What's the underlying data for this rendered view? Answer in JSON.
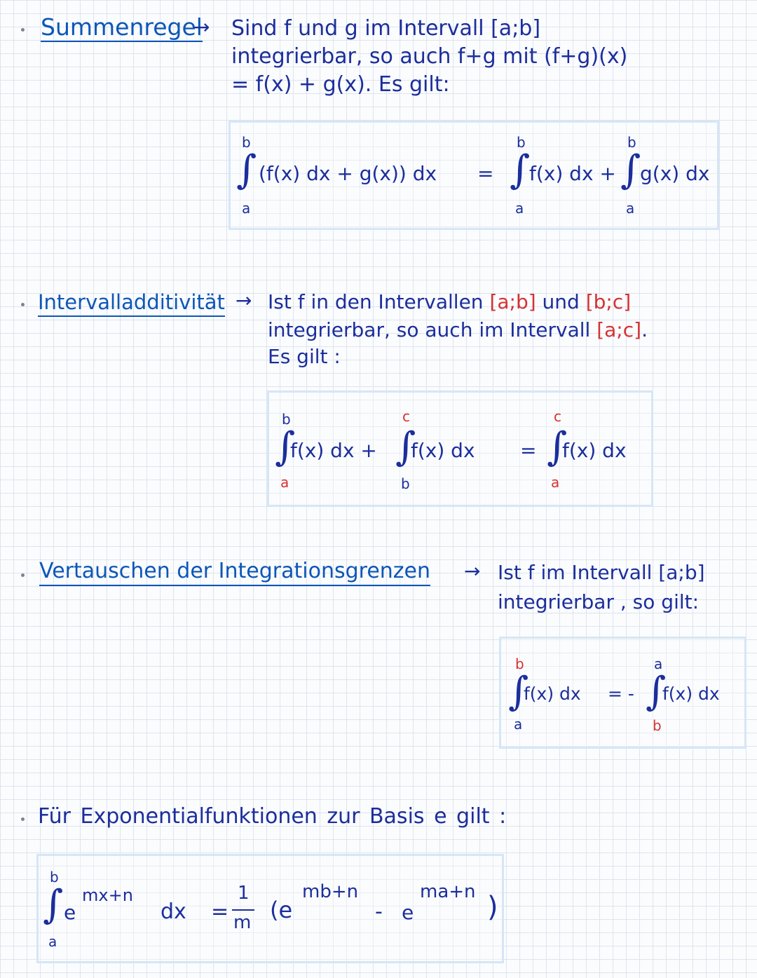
{
  "sections": {
    "sum_rule": {
      "heading": "Summenregel",
      "arrow": "→",
      "lines": [
        "Sind f und g im Intervall [a;b]",
        "integrierbar, so auch f+g mit (f+g)(x)",
        "= f(x) + g(x). Es gilt:"
      ],
      "formula": {
        "upper": "b",
        "lower": "a",
        "left_expr": "(f(x) dx + g(x)) dx",
        "eq": "=",
        "r1_upper": "b",
        "r1_lower": "a",
        "r1_expr": "f(x) dx +",
        "r2_upper": "b",
        "r2_lower": "a",
        "r2_expr": "g(x) dx"
      }
    },
    "interval_additivity": {
      "heading": "Intervalladditivität",
      "arrow": "→",
      "line1_pre": "Ist f in den Intervallen ",
      "interval1": "[a;b]",
      "line1_mid": " und ",
      "interval2": "[b;c]",
      "line2_pre": "integrierbar, so auch im Intervall ",
      "interval3": "[a;c]",
      "line2_post": ".",
      "line3": "Es gilt :",
      "formula": {
        "i1_upper": "b",
        "i1_lower": "a",
        "i1_expr": "f(x) dx +",
        "i2_upper": "c",
        "i2_lower": "b",
        "i2_expr": "f(x) dx",
        "eq": "=",
        "i3_upper": "c",
        "i3_lower": "a",
        "i3_expr": "f(x) dx"
      }
    },
    "swap_bounds": {
      "heading": "Vertauschen der Integrationsgrenzen",
      "arrow": "→",
      "lines": [
        "Ist f im Intervall [a;b]",
        "integrierbar , so gilt:"
      ],
      "formula": {
        "i1_upper": "b",
        "i1_lower": "a",
        "i1_expr": "f(x) dx",
        "eq": "= -",
        "i2_upper": "a",
        "i2_lower": "b",
        "i2_expr": "f(x) dx"
      }
    },
    "exponential": {
      "line": "Für Exponentialfunktionen zur Basis e gilt :",
      "formula": {
        "upper": "b",
        "lower": "a",
        "base": "e",
        "exponent": "mx+n",
        "dx": "dx",
        "eq": "=",
        "frac_num": "1",
        "frac_den": "m",
        "open": "(e",
        "exp1": "mb+n",
        "minus": "-",
        "e2": "e",
        "exp2": "ma+n",
        "close": ")"
      }
    }
  },
  "colors": {
    "ink": "#1b2e9c",
    "heading": "#0c57b8",
    "highlight": "#d63232",
    "box_border": "#d6e6f6",
    "grid": "#dfe4ec"
  }
}
